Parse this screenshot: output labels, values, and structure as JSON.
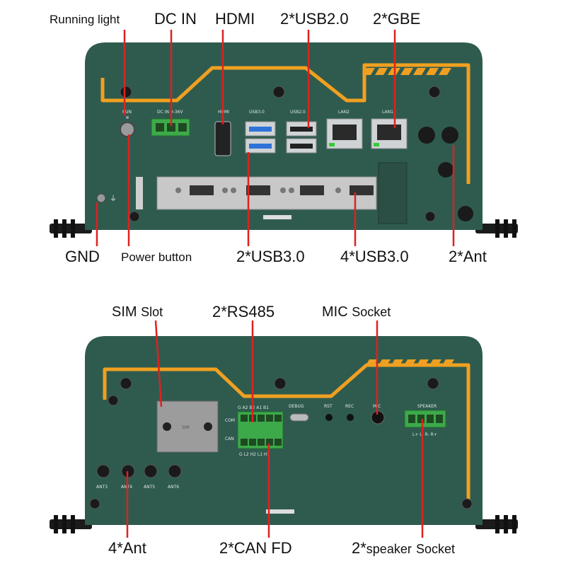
{
  "colors": {
    "chassis": "#2f5b4f",
    "accent_stripe": "#f0a020",
    "pointer": "#e02020",
    "terminal_green": "#3daa4a",
    "usb3_blue": "#2f73d8",
    "sim_plate": "#9c9c9c"
  },
  "front": {
    "labels": {
      "running_light": "Running light",
      "dc_in": "DC IN",
      "hdmi": "HDMI",
      "usb2": "2*USB2.0",
      "gbe": "2*GBE",
      "gnd": "GND",
      "power_button": "Power button",
      "usb3_front": "2*USB3.0",
      "usb3_bay": "4*USB3.0",
      "ant": "2*Ant"
    },
    "silkscreen": {
      "run": "RUN",
      "dc": "DC IN 9-36V",
      "hdmi": "HDMI",
      "usb3": "USB3.0",
      "usb2": "USB2.0",
      "lan2": "LAN2",
      "lan1": "LAN1"
    }
  },
  "rear": {
    "labels": {
      "sim_slot": "SIM",
      "sim_slot_suffix": "Slot",
      "rs485": "2*RS485",
      "mic_socket": "MIC",
      "mic_socket_suffix": "Socket",
      "ant": "4*Ant",
      "can_fd": "2*CAN FD",
      "speaker_socket": "2*",
      "speaker_socket_mid": "speaker",
      "speaker_socket_suffix": "Socket"
    },
    "silkscreen": {
      "sim": "SIM",
      "rs485_top": "G A2 B2 A1 B1",
      "com": "COM",
      "can": "CAN",
      "can_bottom": "G L2 H2 L1 H1",
      "debug": "DEBUG",
      "rst": "RST",
      "rec": "REC",
      "mic": "MIC",
      "speaker": "SPEAKER",
      "speaker_pins": "L+ L- R- R+",
      "ant3": "ANT3",
      "ant4": "ANT4",
      "ant5": "ANT5",
      "ant6": "ANT6"
    }
  }
}
